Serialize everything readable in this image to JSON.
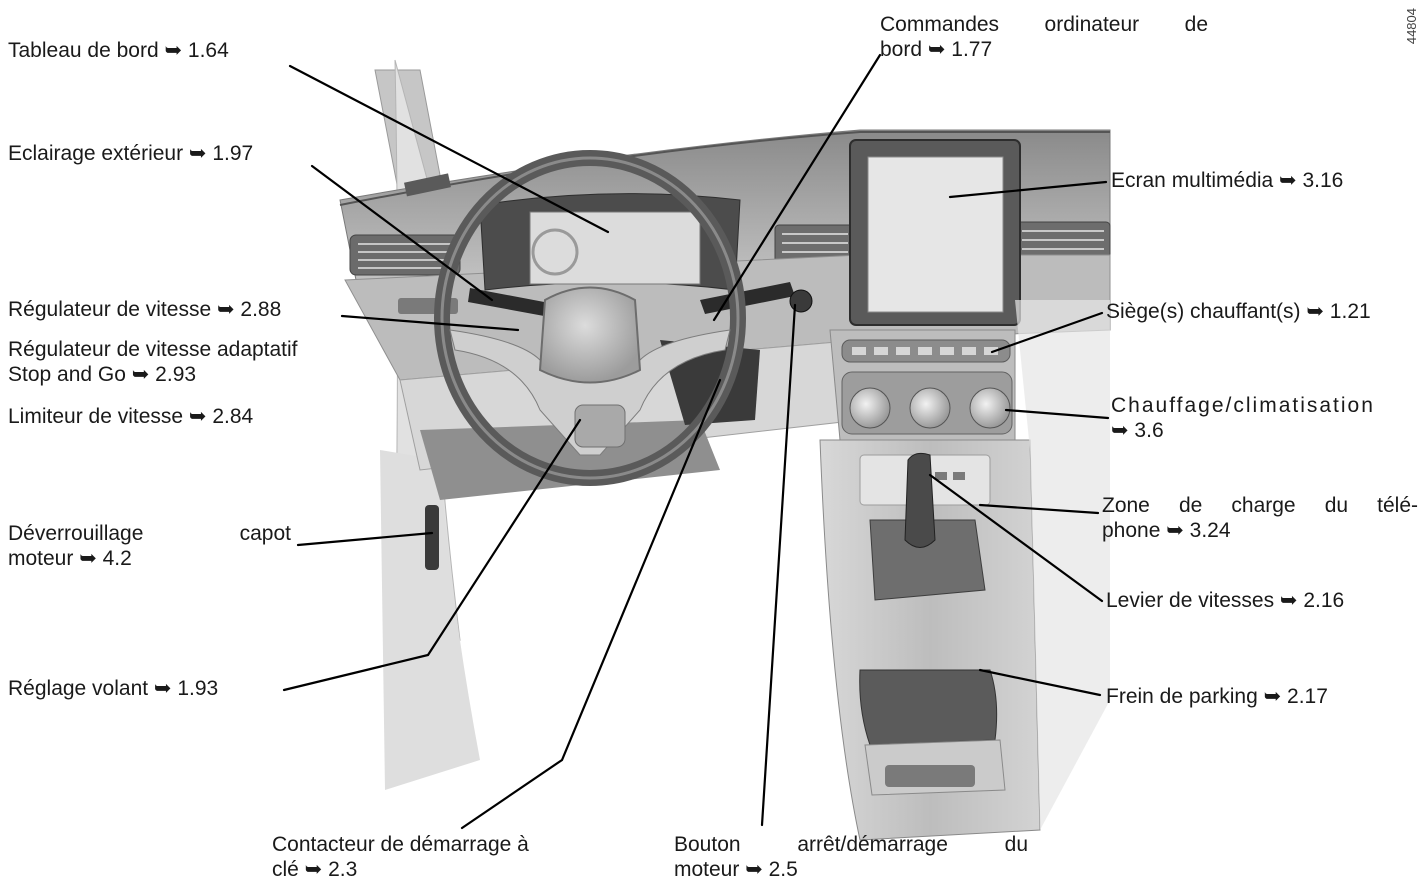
{
  "figure_id": "44804",
  "arrow_glyph": "➥",
  "callouts": [
    {
      "id": "tableau-de-bord",
      "lines": [
        "Tableau de bord ➥ 1.64"
      ]
    },
    {
      "id": "eclairage-exterieur",
      "lines": [
        "Eclairage extérieur ➥ 1.97"
      ]
    },
    {
      "id": "regulateur-vitesse",
      "lines": [
        "Régulateur de vitesse ➥ 2.88"
      ]
    },
    {
      "id": "regulateur-adaptatif",
      "lines": [
        "Régulateur de vitesse adaptatif",
        "Stop and Go ➥ 2.93"
      ]
    },
    {
      "id": "limiteur-vitesse",
      "lines": [
        "Limiteur de vitesse ➥ 2.84"
      ]
    },
    {
      "id": "deverrouillage-capot",
      "lines": [
        "Déverrouillage capot",
        "moteur ➥ 4.2"
      ]
    },
    {
      "id": "reglage-volant",
      "lines": [
        "Réglage volant ➥ 1.93"
      ]
    },
    {
      "id": "contacteur-demarrage",
      "lines": [
        "Contacteur de démarrage à",
        "clé ➥ 2.3"
      ]
    },
    {
      "id": "bouton-arret-demarrage",
      "lines": [
        "Bouton arrêt/démarrage du",
        "moteur ➥ 2.5"
      ]
    },
    {
      "id": "commandes-ordinateur",
      "lines": [
        "Commandes ordinateur de",
        "bord ➥ 1.77"
      ]
    },
    {
      "id": "ecran-multimedia",
      "lines": [
        "Ecran multimédia ➥ 3.16"
      ]
    },
    {
      "id": "sieges-chauffants",
      "lines": [
        "Siège(s) chauffant(s) ➥ 1.21"
      ]
    },
    {
      "id": "chauffage-climatisation",
      "lines": [
        "Chauffage/climatisation",
        "➥ 3.6"
      ]
    },
    {
      "id": "zone-charge-telephone",
      "lines": [
        "Zone de charge du télé-",
        "phone ➥ 3.24"
      ]
    },
    {
      "id": "levier-vitesses",
      "lines": [
        "Levier de vitesses ➥ 2.16"
      ]
    },
    {
      "id": "frein-parking",
      "lines": [
        "Frein de parking ➥ 2.17"
      ]
    }
  ]
}
